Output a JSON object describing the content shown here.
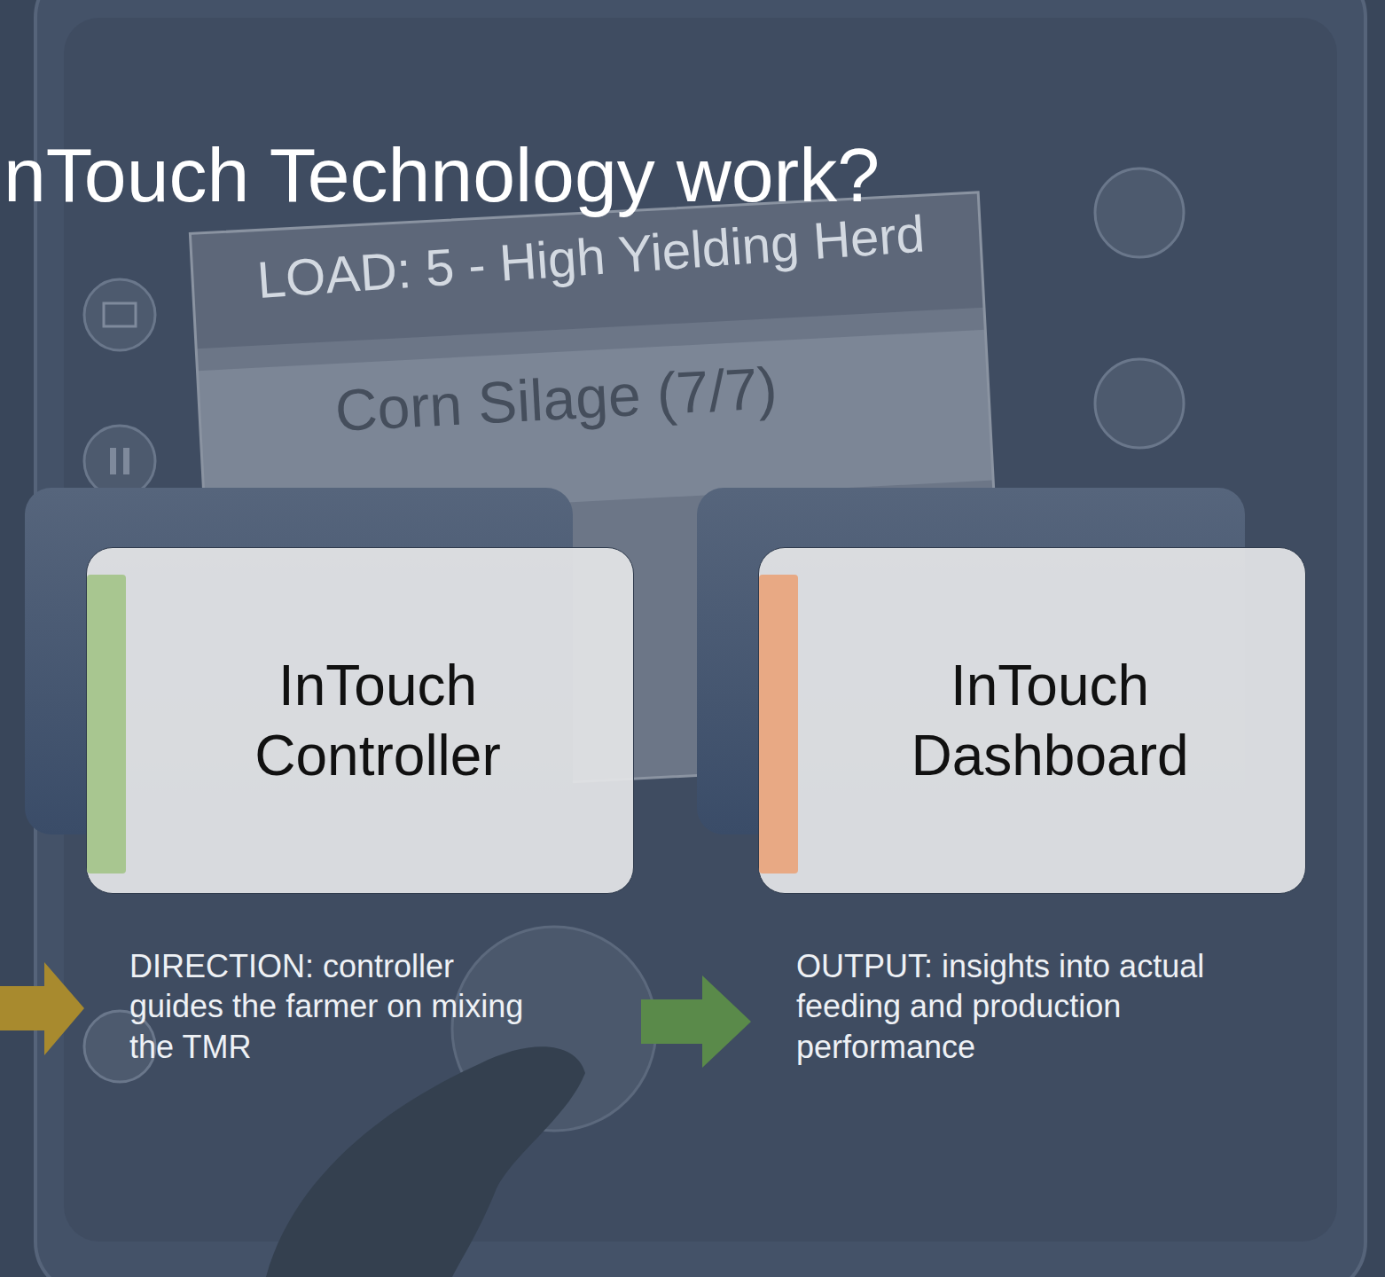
{
  "diagram": {
    "title": "nTouch Technology work?",
    "nodes": [
      {
        "text": [
          "InTouch Controller",
          "DIRECTION:  controller guides the farmer on  mixing the TMR"
        ]
      },
      {
        "text": [
          "InTouch Dashboard",
          "OUTPUT:  insights into actual feeding and production performance"
        ]
      }
    ],
    "edges": [
      {
        "from": 0,
        "to": 1,
        "arrow": "to"
      }
    ],
    "labels": [
      "LOAD: 5 - High Yielding Herd",
      "Corn Silage (7/7)"
    ]
  }
}
